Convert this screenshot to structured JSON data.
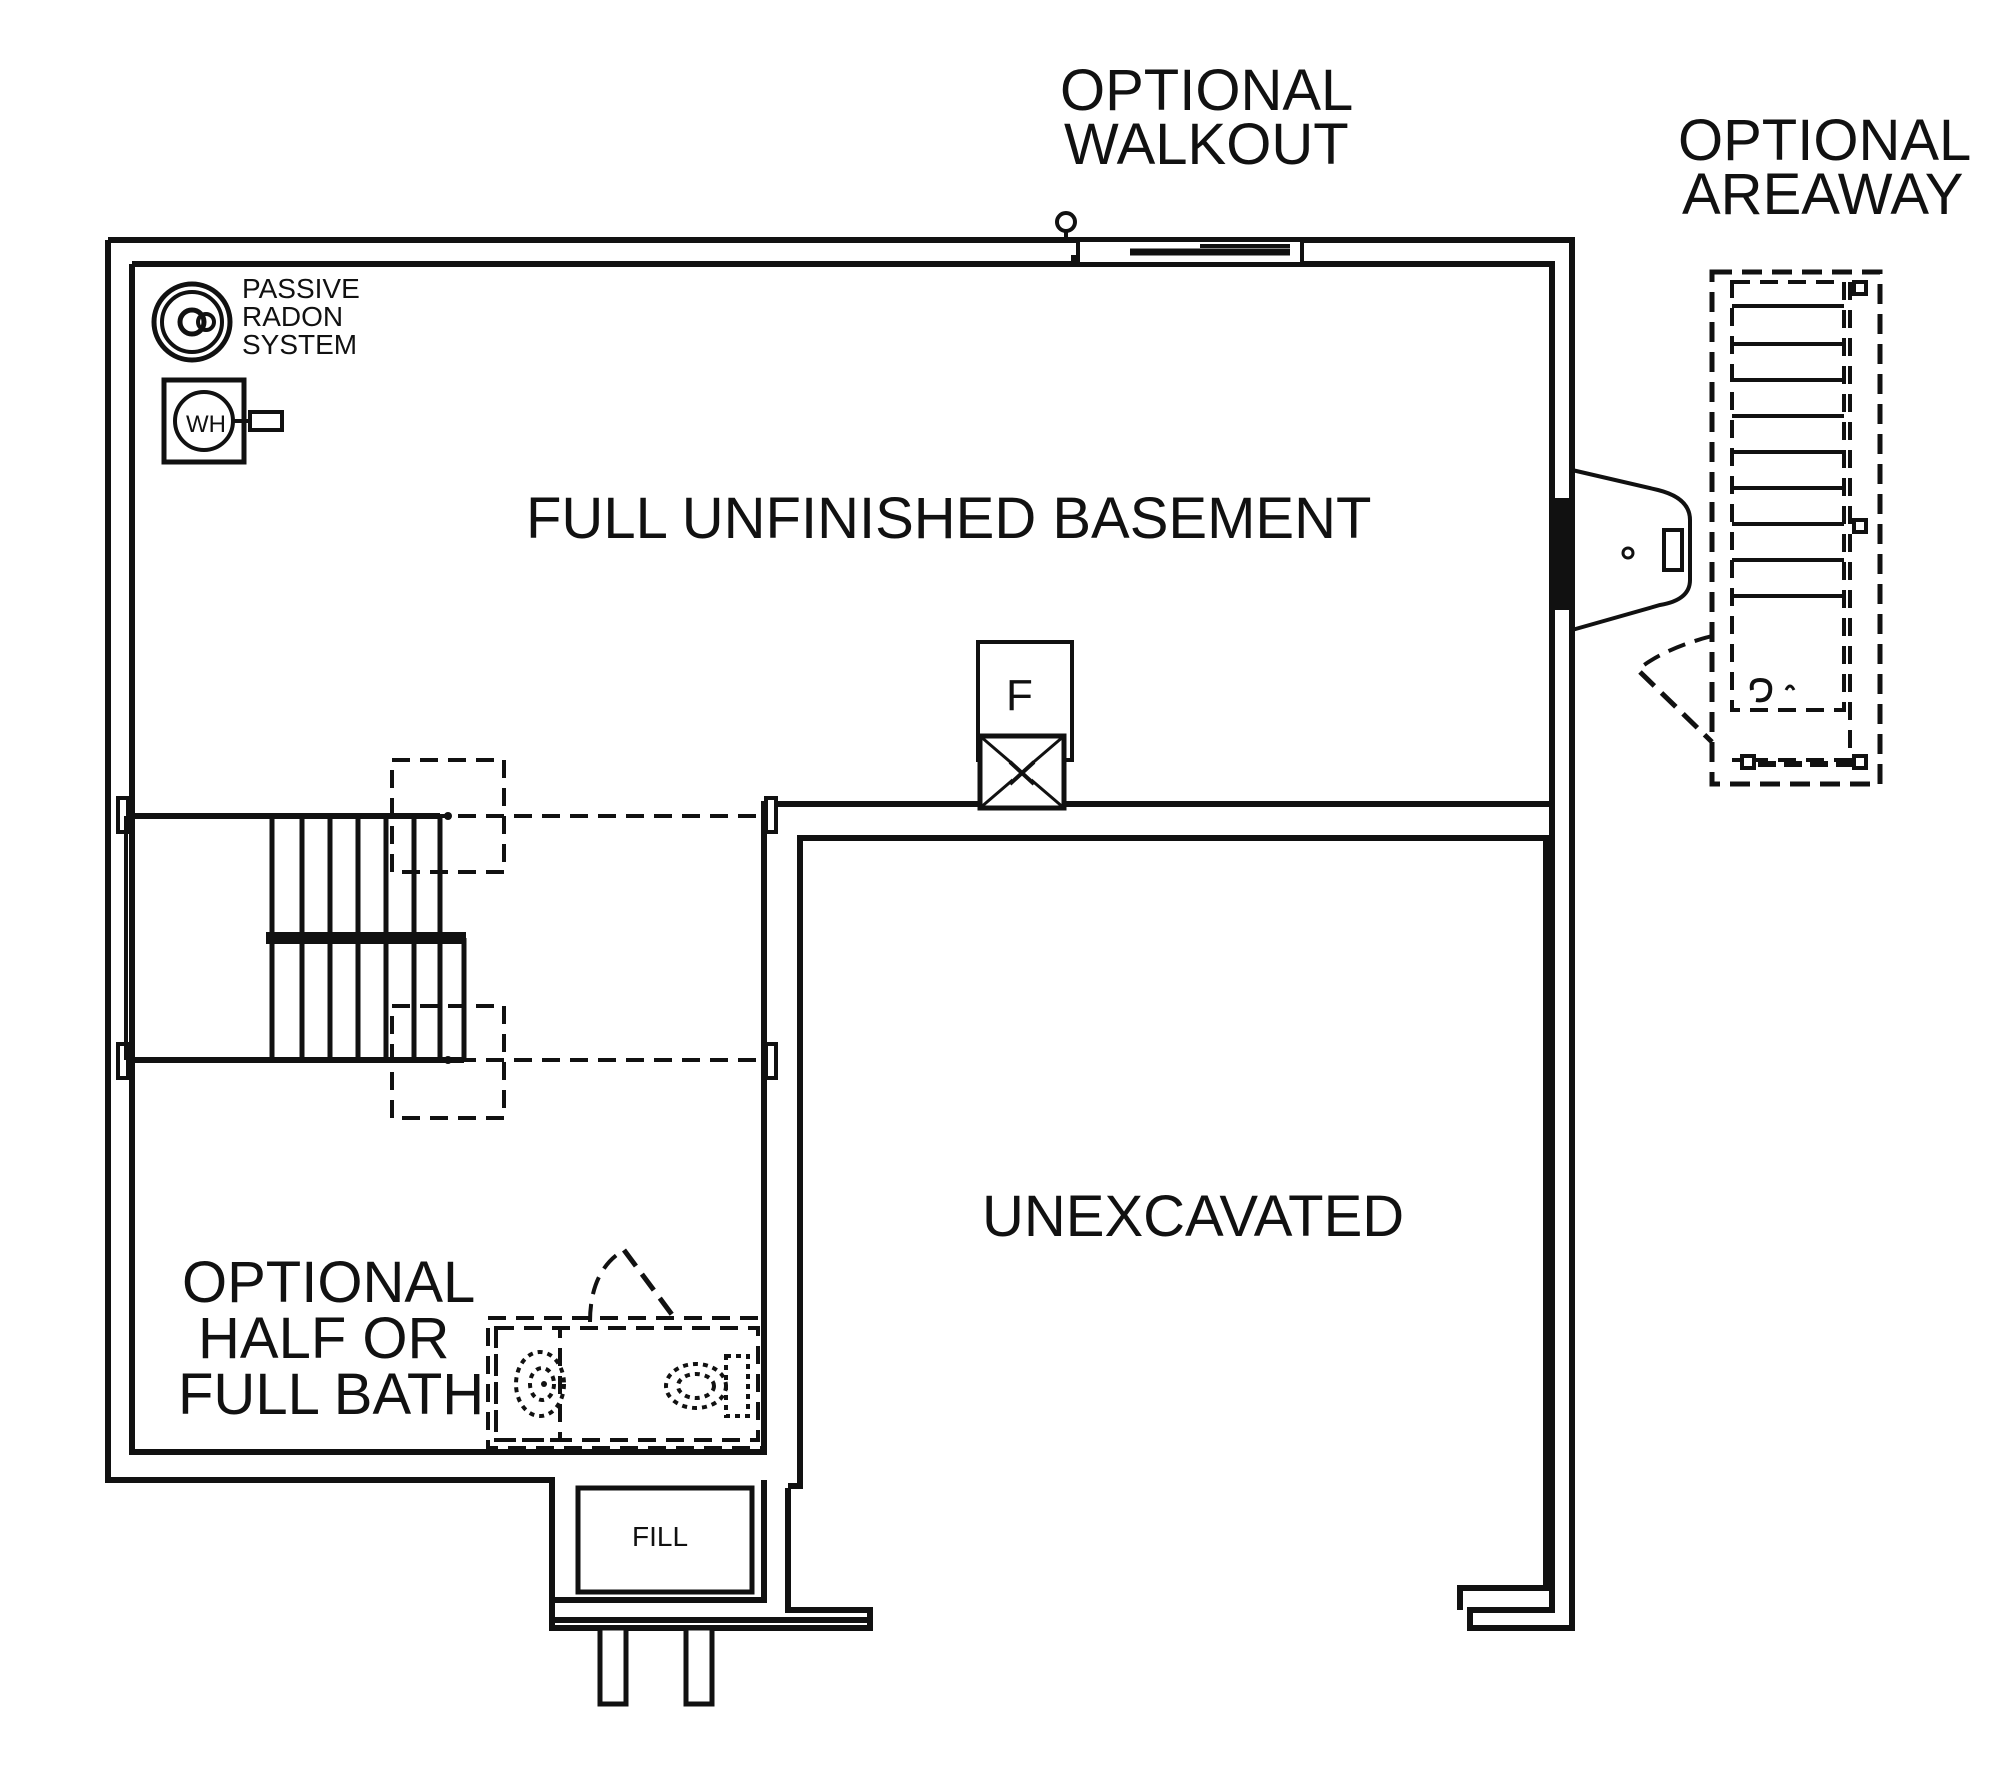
{
  "labels": {
    "optional_walkout": [
      "OPTIONAL",
      "WALKOUT"
    ],
    "optional_areaway": [
      "OPTIONAL",
      "AREAWAY"
    ],
    "passive_radon": [
      "PASSIVE",
      "RADON",
      "SYSTEM"
    ],
    "water_heater": "WH",
    "basement": "FULL UNFINISHED BASEMENT",
    "furnace": "F",
    "unexcavated": "UNEXCAVATED",
    "optional_bath": [
      "OPTIONAL",
      "HALF OR",
      "FULL BATH"
    ],
    "fill": "FILL"
  },
  "colors": {
    "line": "#111111",
    "background": "#ffffff"
  },
  "icons": [
    "radon-system-icon",
    "water-heater-icon",
    "furnace-icon",
    "sink-icon",
    "toilet-icon",
    "staircase-icon",
    "door-swing-icon"
  ]
}
